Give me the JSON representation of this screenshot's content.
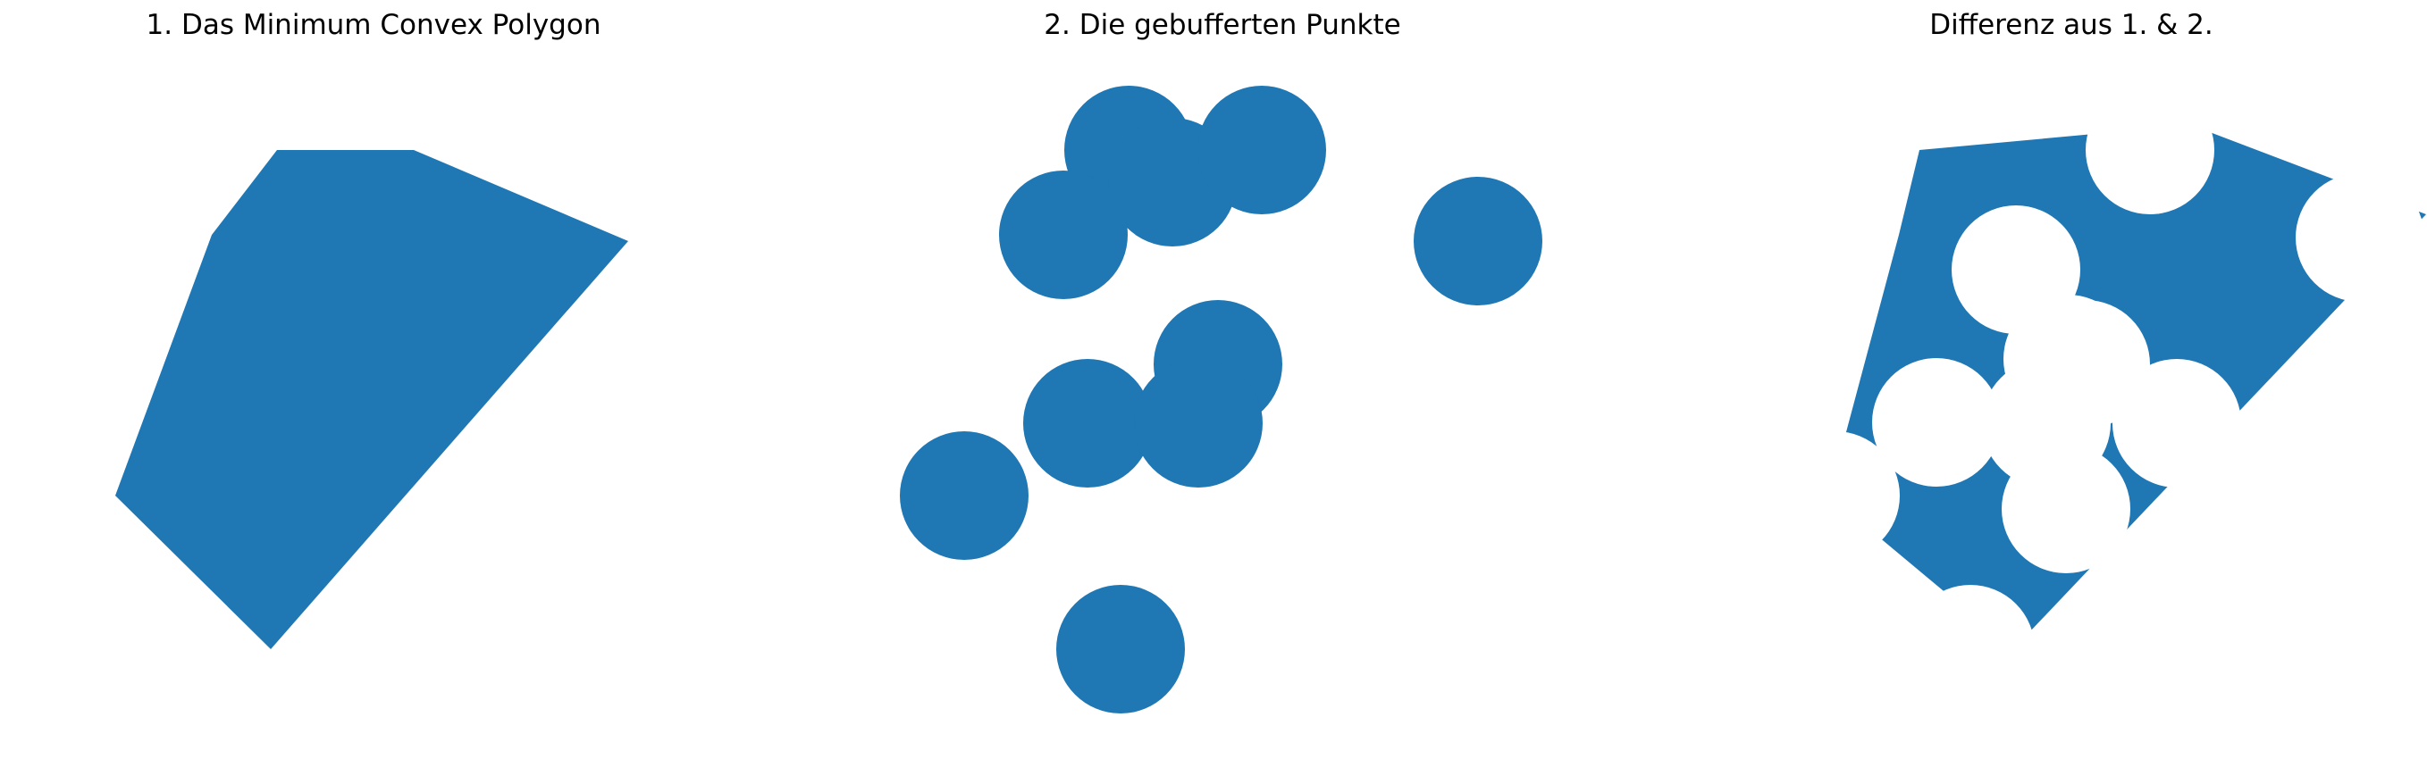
{
  "panels": [
    {
      "title": "1. Das Minimum Convex Polygon"
    },
    {
      "title": "2. Die gebufferten Punkte"
    },
    {
      "title": "Differenz aus 1. & 2."
    }
  ],
  "colors": {
    "fill": "#1f77b4",
    "background": "#ffffff"
  }
}
